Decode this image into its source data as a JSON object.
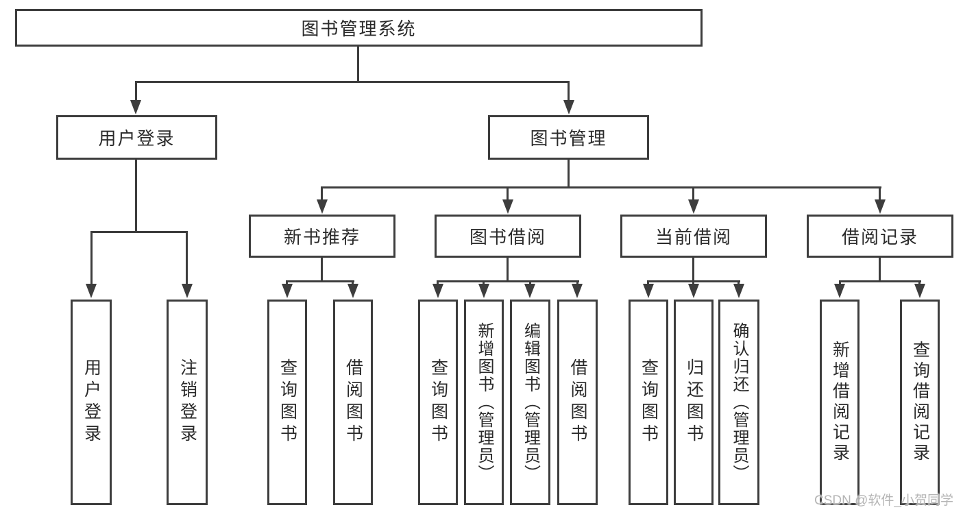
{
  "colors": {
    "line": "#3d3d3d",
    "text": "#2a2a2a",
    "watermark_text": "#b5b5b5",
    "background": "#ffffff"
  },
  "watermark": {
    "text": "CSDN @软件_小贺同学"
  },
  "tree": {
    "root": {
      "label": "图书管理系统",
      "children": [
        {
          "label": "用户登录",
          "children": [
            {
              "label": "用户登录"
            },
            {
              "label": "注销登录"
            }
          ]
        },
        {
          "label": "图书管理",
          "children": [
            {
              "label": "新书推荐",
              "children": [
                {
                  "label": "查询图书"
                },
                {
                  "label": "借阅图书"
                }
              ]
            },
            {
              "label": "图书借阅",
              "children": [
                {
                  "label": "查询图书"
                },
                {
                  "label": "新增图书（管理员）"
                },
                {
                  "label": "编辑图书（管理员）"
                },
                {
                  "label": "借阅图书"
                }
              ]
            },
            {
              "label": "当前借阅",
              "children": [
                {
                  "label": "查询图书"
                },
                {
                  "label": "归还图书"
                },
                {
                  "label": "确认归还（管理员）"
                }
              ]
            },
            {
              "label": "借阅记录",
              "children": [
                {
                  "label": "新增借阅记录"
                },
                {
                  "label": "查询借阅记录"
                }
              ]
            }
          ]
        }
      ]
    }
  }
}
